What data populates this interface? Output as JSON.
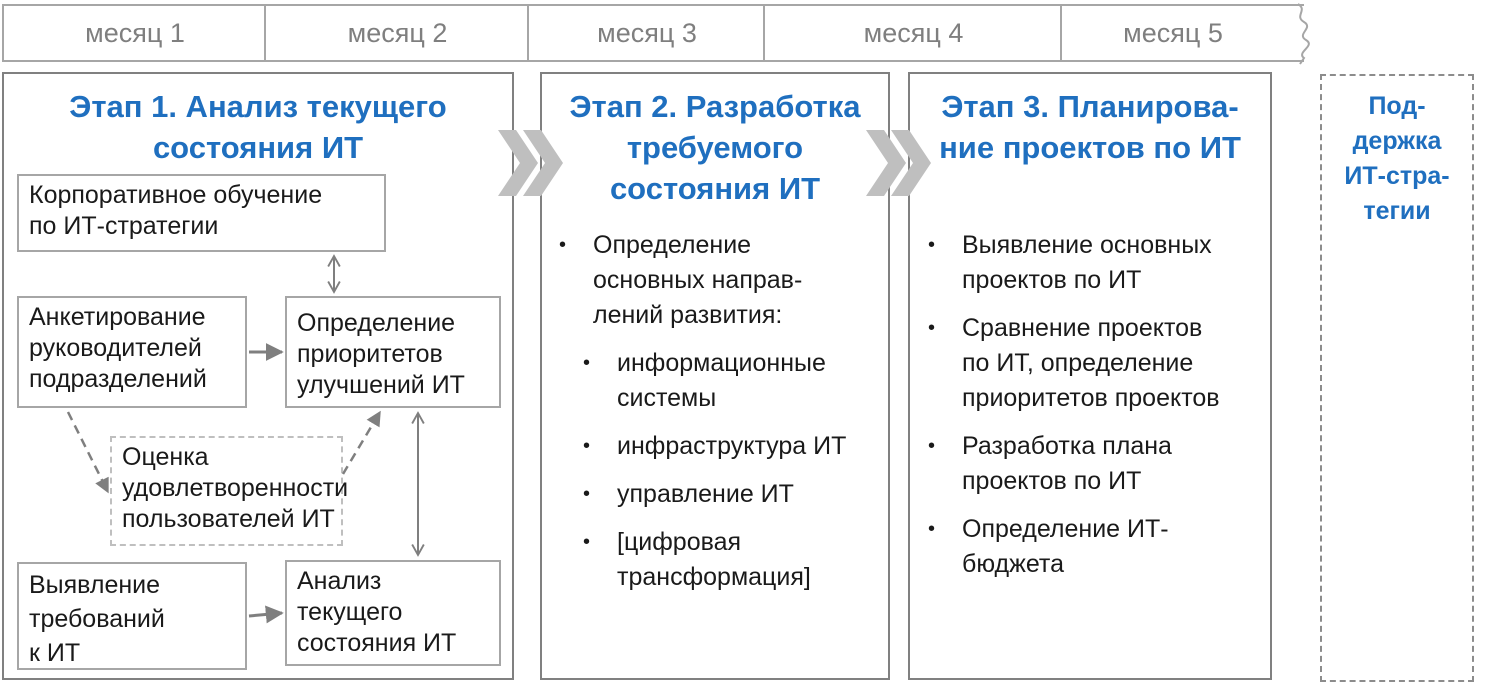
{
  "timeline": {
    "months": [
      "месяц 1",
      "месяц 2",
      "месяц 3",
      "месяц 4",
      "месяц 5"
    ]
  },
  "stage1": {
    "title_line1": "Этап 1. Анализ текущего",
    "title_line2": "состояния ИТ",
    "box_training": [
      "Корпоративное обучение",
      "по ИТ-стратегии"
    ],
    "box_survey": [
      "Анкетирование",
      "руководителей",
      "подразделений"
    ],
    "box_priorities": [
      "Определение",
      "приоритетов",
      "улучшений ИТ"
    ],
    "box_satisfaction": [
      "Оценка",
      "удовлетворенности",
      "пользователей ИТ"
    ],
    "box_requirements": [
      "Выявление",
      "требований",
      "к ИТ"
    ],
    "box_analysis": [
      "Анализ",
      "текущего",
      "состояния ИТ"
    ]
  },
  "stage2": {
    "title_line1": "Этап 2. Разработка",
    "title_line2": "требуемого",
    "title_line3": "состояния ИТ",
    "bullet_main": [
      "Определение",
      "основных направ-",
      "лений развития:"
    ],
    "sub_items": [
      [
        "информационные",
        "системы"
      ],
      [
        "инфраструктура ИТ"
      ],
      [
        "управление ИТ"
      ],
      [
        "[цифровая",
        "трансформация]"
      ]
    ]
  },
  "stage3": {
    "title_line1": "Этап 3. Планирова-",
    "title_line2": "ние проектов по ИТ",
    "items": [
      [
        "Выявление основных",
        "проектов по ИТ"
      ],
      [
        "Сравнение проектов",
        "по ИТ, определение",
        "приоритетов проектов"
      ],
      [
        "Разработка плана",
        "проектов по ИТ"
      ],
      [
        "Определение ИТ-",
        "бюджета"
      ]
    ]
  },
  "support": {
    "lines": [
      "Под-",
      "держка",
      "ИТ-стра-",
      "тегии"
    ]
  },
  "colors": {
    "title_blue": "#1f6fbf",
    "border_gray": "#808080",
    "arrow_gray": "#7f7f7f",
    "chevron_gray": "#bfbfbf"
  }
}
